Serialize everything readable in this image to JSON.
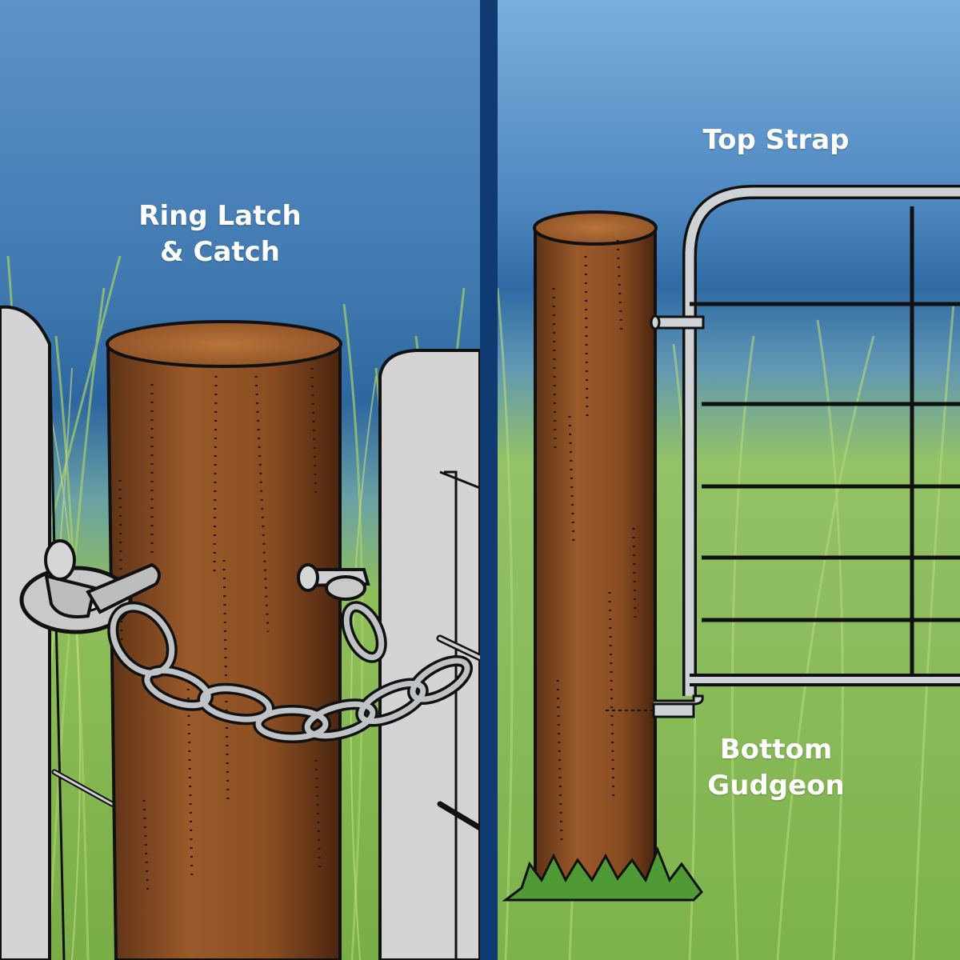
{
  "labels": {
    "ring_latch_line1": "Ring Latch",
    "ring_latch_line2": "& Catch",
    "top_strap": "Top Strap",
    "bottom_gudgeon_line1": "Bottom",
    "bottom_gudgeon_line2": "Gudgeon"
  },
  "colors": {
    "sky_top": "#5b8fc4",
    "sky_mid": "#2f6aa4",
    "grass": "#7fb24a",
    "divider": "#0f3a72",
    "post_wood": "#8a4f24",
    "gate_grey": "#c9c9c9",
    "metal": "#b5b8bb",
    "text": "#ffffff"
  },
  "icons": {
    "left": [
      "wooden-post-icon",
      "gate-board-icon",
      "ring-latch-icon",
      "chain-icon",
      "catch-hook-icon"
    ],
    "right": [
      "wooden-post-icon",
      "metal-gate-icon",
      "top-strap-icon",
      "bottom-gudgeon-icon",
      "grass-tuft-icon"
    ]
  }
}
